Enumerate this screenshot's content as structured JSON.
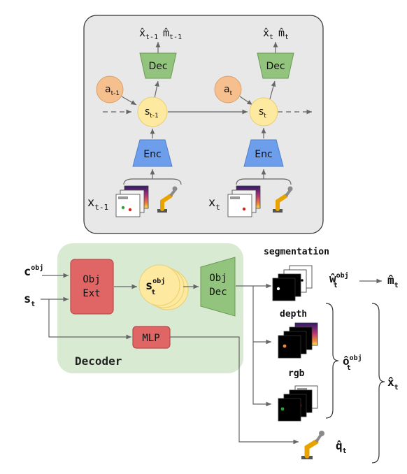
{
  "top_panel": {
    "step_prev": {
      "output_x": "x̂",
      "output_x_sub": "t-1",
      "output_m": "m̂",
      "output_m_sub": "t-1",
      "dec": "Dec",
      "enc": "Enc",
      "action": "a",
      "action_sub": "t-1",
      "state": "s",
      "state_sub": "t-1",
      "input": "x",
      "input_sub": "t-1"
    },
    "step_curr": {
      "output_x": "x̂",
      "output_x_sub": "t",
      "output_m": "m̂",
      "output_m_sub": "t",
      "dec": "Dec",
      "enc": "Enc",
      "action": "a",
      "action_sub": "t",
      "state": "s",
      "state_sub": "t",
      "input": "x",
      "input_sub": "t"
    }
  },
  "decoder": {
    "label": "Decoder",
    "c_obj": "c",
    "c_obj_sup": "obj",
    "s_t": "s",
    "s_t_sub": "t",
    "obj_ext_line1": "Obj",
    "obj_ext_line2": "Ext",
    "s_obj": "s",
    "s_obj_sup": "obj",
    "s_obj_sub": "t",
    "obj_dec_line1": "Obj",
    "obj_dec_line2": "Dec",
    "mlp": "MLP"
  },
  "outputs": {
    "segmentation": "segmentation",
    "depth": "depth",
    "rgb": "rgb",
    "w_obj": "ŵ",
    "w_obj_sup": "obj",
    "w_obj_sub": "t",
    "m_t": "m̂",
    "m_t_sub": "t",
    "o_obj": "ô",
    "o_obj_sup": "obj",
    "o_obj_sub": "t",
    "x_t": "x̂",
    "x_t_sub": "t",
    "q_t": "q̂",
    "q_t_sub": "t"
  },
  "colors": {
    "panel_bg": "#e8e8e8",
    "decoder_bg": "#d9ead3",
    "dec_green": "#93c47d",
    "enc_blue": "#6d9eeb",
    "state_yellow": "#fde9a0",
    "action_orange": "#f6c08e",
    "obj_ext_red": "#e06666",
    "mlp_red": "#e06666"
  }
}
